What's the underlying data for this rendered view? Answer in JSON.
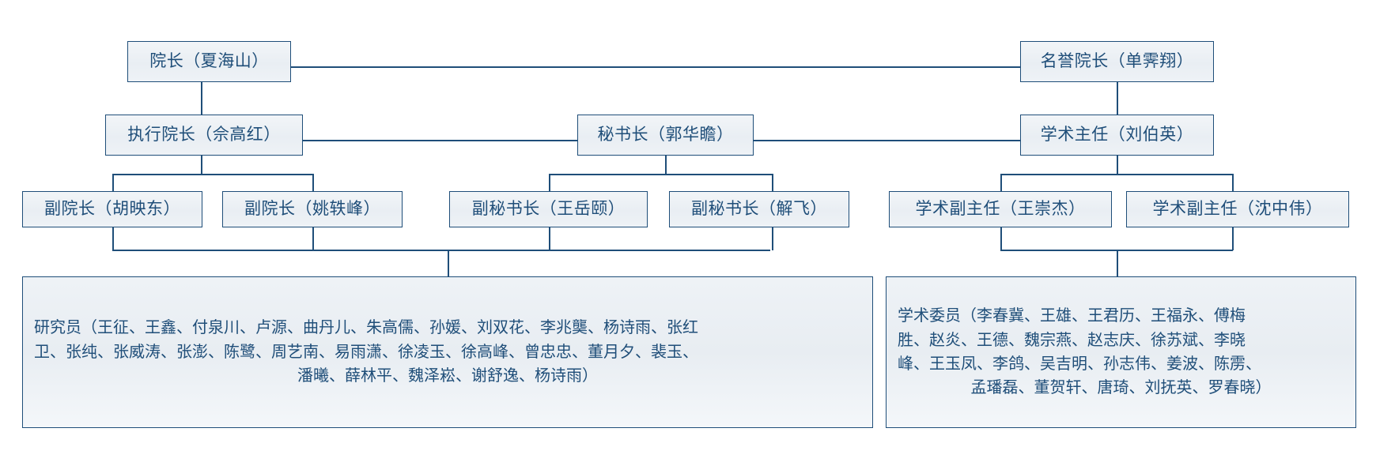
{
  "chart": {
    "type": "org-chart",
    "title": "",
    "theme": {
      "line_color": "#1f4e79",
      "text_color": "#1f4e79",
      "box_border": "#1f4e79",
      "box_fill_top": "#f2f5f8",
      "box_fill_bottom": "#eef2f6",
      "page_background": "#ffffff"
    },
    "nodes": {
      "dean": "院长（夏海山）",
      "honorary_dean": "名誉院长（单霁翔）",
      "executive_dean": "执行院长（佘高红）",
      "secretary_general": "秘书长（郭华瞻）",
      "academic_director": "学术主任（刘伯英）",
      "vice_dean_1": "副院长（胡映东）",
      "vice_dean_2": "副院长（姚轶峰）",
      "deputy_secretary_1": "副秘书长（王岳颐）",
      "deputy_secretary_2": "副秘书长（解飞）",
      "academic_vice_director_1": "学术副主任（王崇杰）",
      "academic_vice_director_2": "学术副主任（沈中伟）"
    },
    "researchers": {
      "label": "研究员",
      "lines": [
        "研究员（王征、王鑫、付泉川、卢源、曲丹儿、朱高儒、孙媛、刘双花、李兆龑、杨诗雨、张红",
        "卫、张纯、张威涛、张澎、陈鹭、周艺南、易雨潇、徐凌玉、徐高峰、曾忠忠、董月夕、裴玉、",
        "潘曦、薛林平、魏泽崧、谢舒逸、杨诗雨）"
      ],
      "members": [
        "王征",
        "王鑫",
        "付泉川",
        "卢源",
        "曲丹儿",
        "朱高儒",
        "孙媛",
        "刘双花",
        "李兆龑",
        "杨诗雨",
        "张红卫",
        "张纯",
        "张威涛",
        "张澎",
        "陈鹭",
        "周艺南",
        "易雨潇",
        "徐凌玉",
        "徐高峰",
        "曾忠忠",
        "董月夕",
        "裴玉",
        "潘曦",
        "薛林平",
        "魏泽崧",
        "谢舒逸",
        "杨诗雨"
      ]
    },
    "academic_committee": {
      "label": "学术委员",
      "lines": [
        "学术委员（李春冀、王雄、王君历、王福永、傅梅",
        "胜、赵炎、王德、魏宗燕、赵志庆、徐苏斌、李晓",
        "峰、王玉凤、李鸽、吴吉明、孙志伟、姜波、陈雳、",
        "孟璠磊、董贺轩、唐琦、刘抚英、罗春晓）"
      ],
      "members": [
        "李春冀",
        "王雄",
        "王君历",
        "王福永",
        "傅梅胜",
        "赵炎",
        "王德",
        "魏宗燕",
        "赵志庆",
        "徐苏斌",
        "李晓峰",
        "王玉凤",
        "李鸽",
        "吴吉明",
        "孙志伟",
        "姜波",
        "陈雳",
        "孟璠磊",
        "董贺轩",
        "唐琦",
        "刘抚英",
        "罗春晓"
      ]
    }
  }
}
